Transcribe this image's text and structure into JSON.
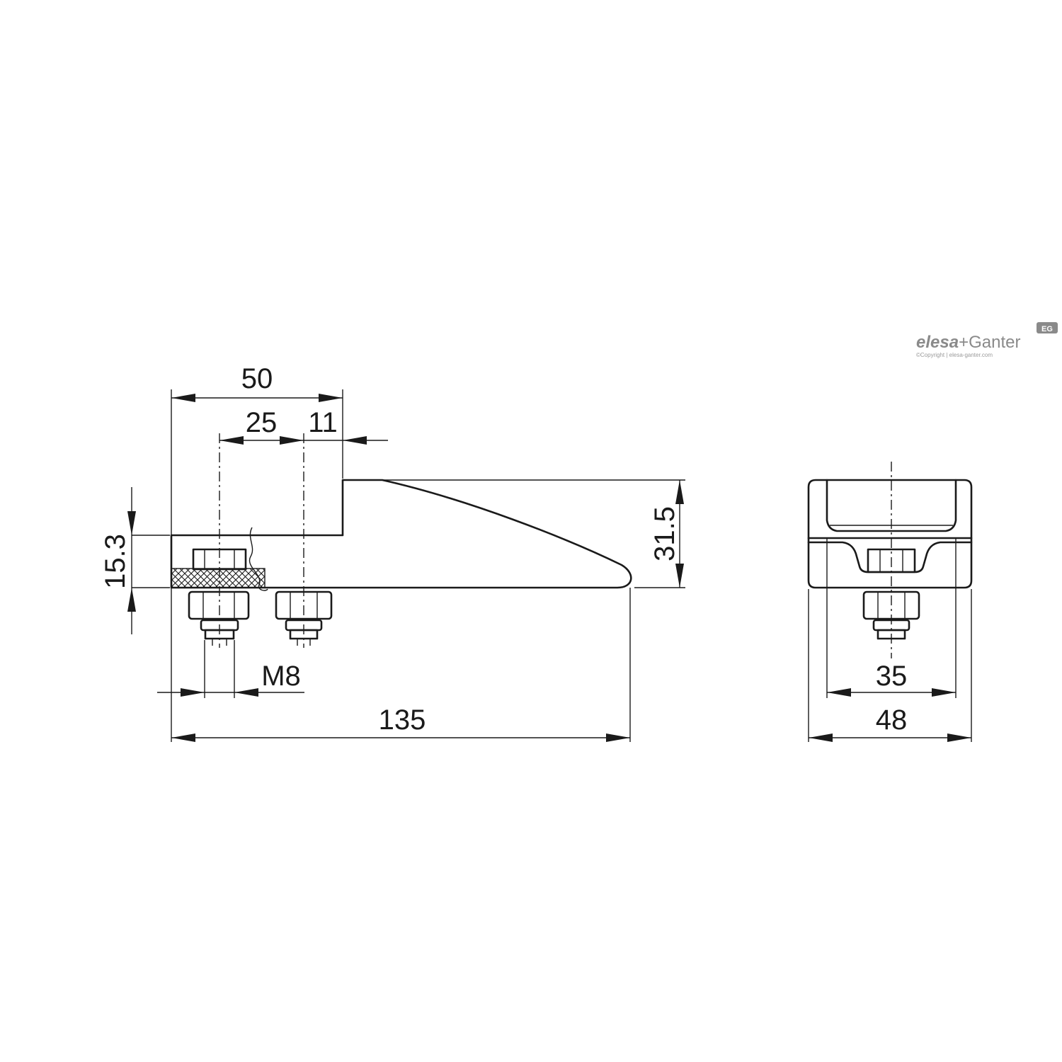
{
  "dimensions": {
    "overall_length": "135",
    "base_length": "50",
    "hole_spacing": "25",
    "hole_offset": "11",
    "base_thickness": "15.3",
    "total_height": "31.5",
    "thread": "M8",
    "slot_width": "35",
    "overall_width": "48"
  },
  "logo": {
    "brand_left": "elesa",
    "brand_plus": "+",
    "brand_right": "Ganter",
    "badge": "EG",
    "copyright": "©Copyright | elesa-ganter.com"
  },
  "colors": {
    "line": "#1a1a1a",
    "logo": "#8a8a8a"
  }
}
